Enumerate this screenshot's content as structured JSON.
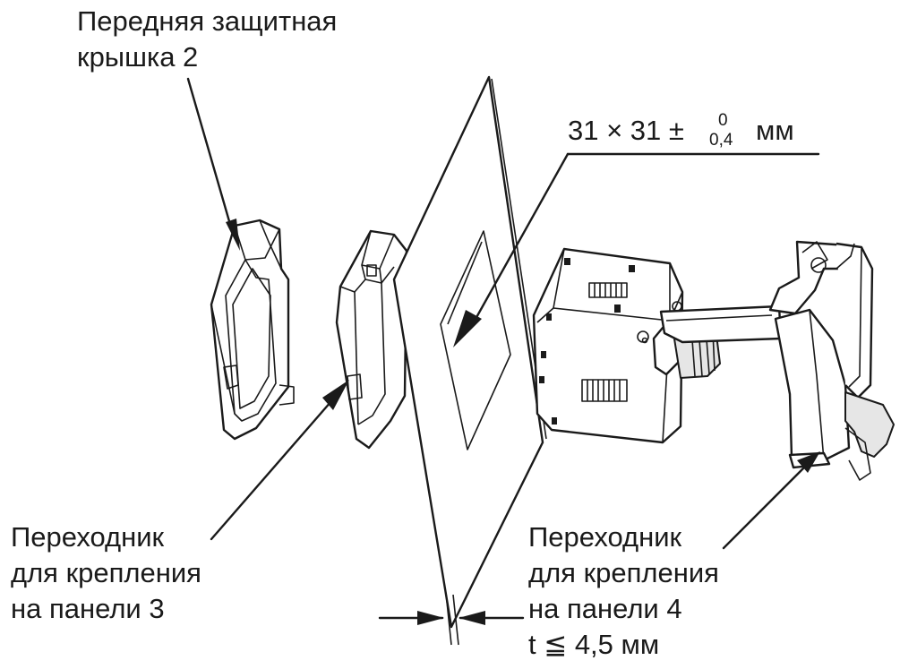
{
  "labels": {
    "front_cover_line1": "Передняя защитная",
    "front_cover_line2": "крышка 2",
    "adapter3_line1": "Переходник",
    "adapter3_line2": "для крепления",
    "adapter3_line3": "на панели 3",
    "adapter4_line1": "Переходник",
    "adapter4_line2": "для крепления",
    "adapter4_line3": "на панели 4",
    "adapter4_line4": "t ≦ 4,5 мм"
  },
  "cutout_dimension": {
    "main": "31 × 31 ±",
    "tol_upper": "0",
    "tol_lower": "0,4",
    "unit": "мм"
  }
}
